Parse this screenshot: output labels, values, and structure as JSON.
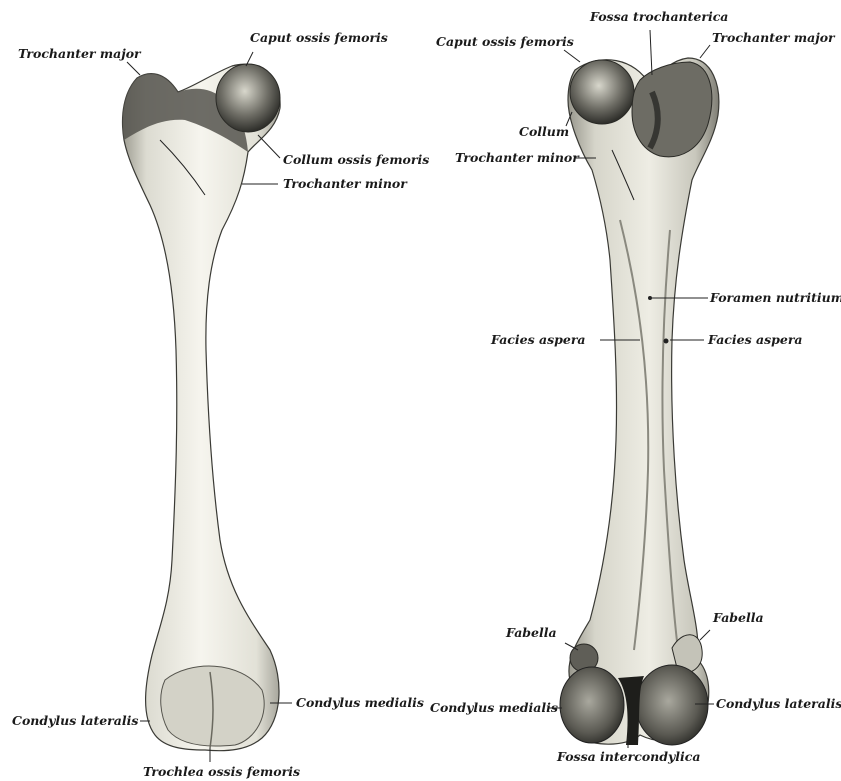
{
  "figure": {
    "anterior_view": {
      "labels": {
        "trochanter_major": "Trochanter major",
        "caput_ossis_femoris": "Caput ossis femoris",
        "collum_ossis_femoris": "Collum ossis femoris",
        "trochanter_minor": "Trochanter minor",
        "condylus_lateralis": "Condylus lateralis",
        "condylus_medialis": "Condylus medialis",
        "trochlea_ossis_femoris": "Trochlea ossis femoris"
      }
    },
    "posterior_view": {
      "labels": {
        "fossa_trochanterica": "Fossa trochanterica",
        "caput_ossis_femoris": "Caput ossis femoris",
        "trochanter_major": "Trochanter major",
        "collum": "Collum",
        "trochanter_minor": "Trochanter minor",
        "foramen_nutritium": "Foramen nutritium",
        "facies_aspera_left": "Facies aspera",
        "facies_aspera_right": "Facies aspera",
        "fabella_left": "Fabella",
        "fabella_right": "Fabella",
        "condylus_medialis": "Condylus medialis",
        "condylus_lateralis": "Condylus lateralis",
        "fossa_intercondylica": "Fossa intercondylica"
      }
    },
    "colors": {
      "bone_light": "#f4f3ea",
      "bone_mid": "#c9c8bc",
      "bone_dark": "#4a4a44",
      "ink": "#1a1a1a"
    }
  }
}
